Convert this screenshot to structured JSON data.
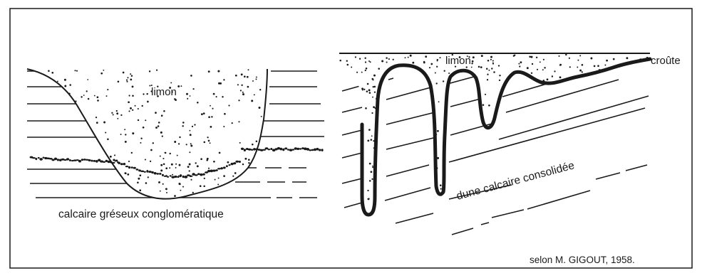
{
  "left_section": {
    "fill_label": "limon",
    "bedrock_label": "calcaire gréseux conglomératique"
  },
  "right_section": {
    "fill_label": "limon",
    "crust_label": "croûte",
    "dune_label": "dune calcaire consolidée"
  },
  "credit": "selon M. GIGOUT, 1958."
}
